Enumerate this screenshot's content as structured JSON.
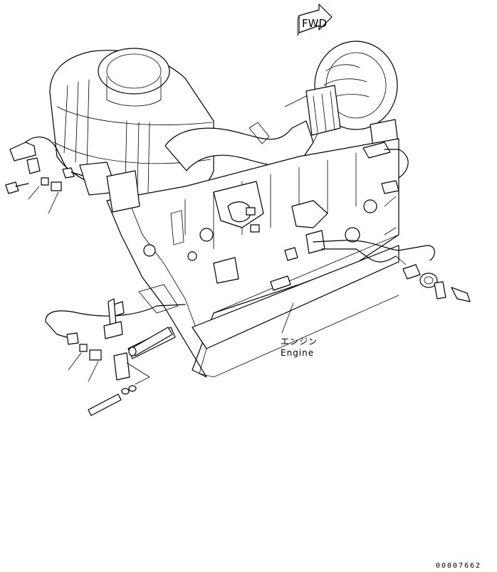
{
  "direction_marker": {
    "text": "FWD"
  },
  "engine_label": {
    "japanese": "エンジン",
    "english": "Engine"
  },
  "drawing_number": "00007662"
}
